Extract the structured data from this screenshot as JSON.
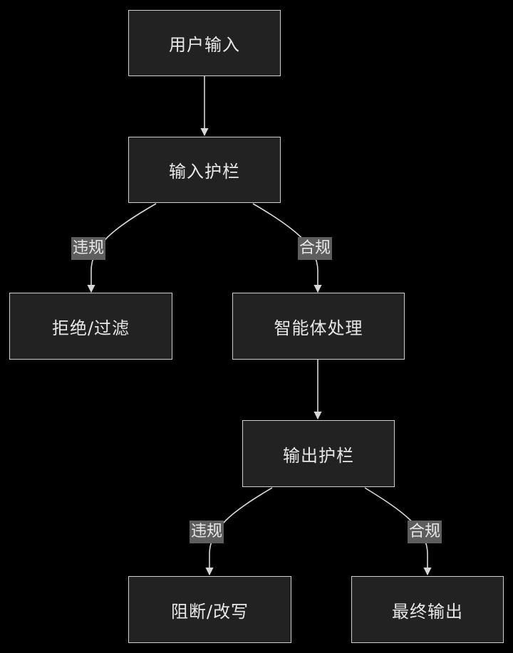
{
  "colors": {
    "background": "#000000",
    "node_fill": "#222222",
    "node_border": "#cfcfcf",
    "edge": "#d8d8d8",
    "label_bg": "#5e5e5e",
    "text": "#e8e8e8"
  },
  "nodes": {
    "user_input": "用户输入",
    "input_guardrail": "输入护栏",
    "reject_filter": "拒绝/过滤",
    "agent_processing": "智能体处理",
    "output_guardrail": "输出护栏",
    "block_rewrite": "阻断/改写",
    "final_output": "最终输出"
  },
  "edge_labels": {
    "input_violation": "违规",
    "input_compliant": "合规",
    "output_violation": "违规",
    "output_compliant": "合规"
  }
}
